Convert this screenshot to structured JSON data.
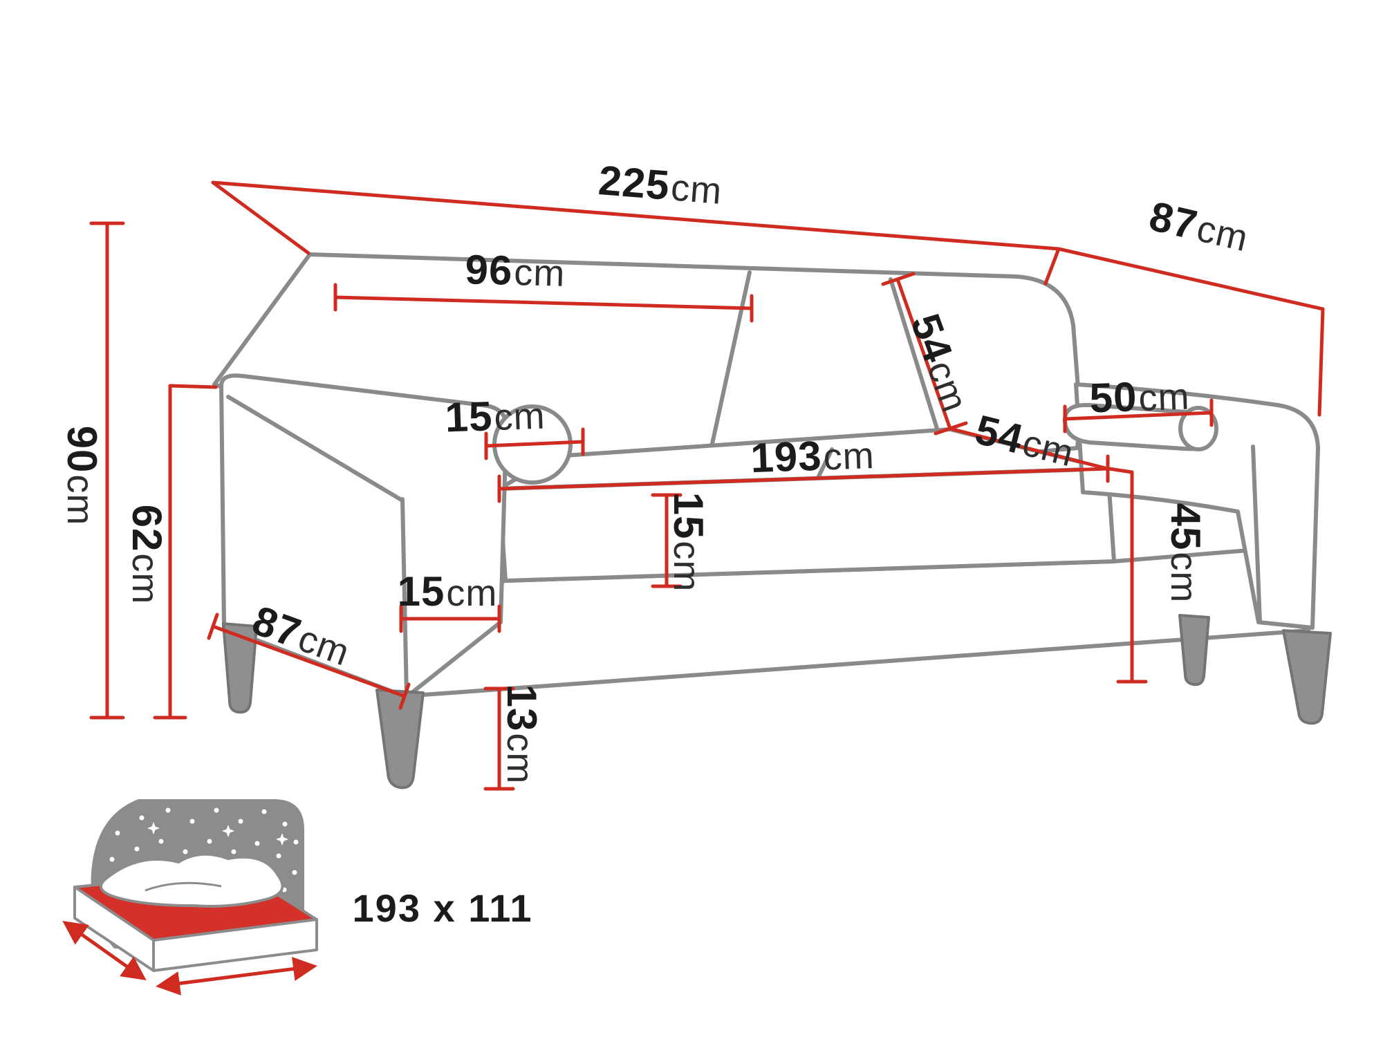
{
  "diagram": {
    "subject": "sofa-dimensions-technical-drawing",
    "colors": {
      "outline_gray": "#8a8a8a",
      "dimension_red": "#d02b20",
      "text": "#1b1b1b",
      "mattress_red": "#d3312a",
      "icon_gray": "#8c8c8c"
    },
    "dimensions": {
      "total_width": {
        "value": "225",
        "unit": "cm"
      },
      "depth_top": {
        "value": "87",
        "unit": "cm"
      },
      "backrest_cushion_width": {
        "value": "96",
        "unit": "cm"
      },
      "backrest_cushion_height": {
        "value": "54",
        "unit": "cm"
      },
      "seat_depth": {
        "value": "54",
        "unit": "cm"
      },
      "bolster_length": {
        "value": "50",
        "unit": "cm"
      },
      "bolster_diameter": {
        "value": "15",
        "unit": "cm"
      },
      "seat_width": {
        "value": "193",
        "unit": "cm"
      },
      "seat_cushion_thickness": {
        "value": "15",
        "unit": "cm"
      },
      "armrest_front_width": {
        "value": "15",
        "unit": "cm"
      },
      "base_depth": {
        "value": "87",
        "unit": "cm"
      },
      "total_height": {
        "value": "90",
        "unit": "cm"
      },
      "armrest_height": {
        "value": "62",
        "unit": "cm"
      },
      "leg_height": {
        "value": "13",
        "unit": "cm"
      },
      "seat_height": {
        "value": "45",
        "unit": "cm"
      }
    },
    "sleeping_area": {
      "label": "193 x 111"
    }
  }
}
